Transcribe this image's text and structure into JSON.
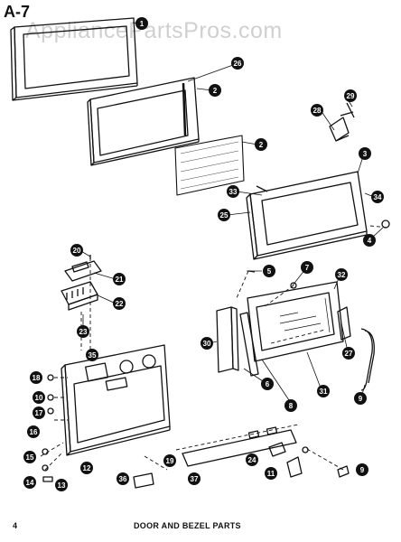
{
  "page_label": "A-7",
  "watermark": "AppliancePartsPros.com",
  "page_number": "4",
  "title": "DOOR AND BEZEL PARTS",
  "callouts": [
    {
      "id": "c1",
      "text": "1"
    },
    {
      "id": "c26",
      "text": "26"
    },
    {
      "id": "c2a",
      "text": "2"
    },
    {
      "id": "c2b",
      "text": "2"
    },
    {
      "id": "c28",
      "text": "28"
    },
    {
      "id": "c29",
      "text": "29"
    },
    {
      "id": "c3",
      "text": "3"
    },
    {
      "id": "c33",
      "text": "33"
    },
    {
      "id": "c34",
      "text": "34"
    },
    {
      "id": "c25",
      "text": "25"
    },
    {
      "id": "c4",
      "text": "4"
    },
    {
      "id": "c20",
      "text": "20"
    },
    {
      "id": "c21",
      "text": "21"
    },
    {
      "id": "c22",
      "text": "22"
    },
    {
      "id": "c23",
      "text": "23"
    },
    {
      "id": "c5",
      "text": "5"
    },
    {
      "id": "c7",
      "text": "7"
    },
    {
      "id": "c32",
      "text": "32"
    },
    {
      "id": "c35",
      "text": "35"
    },
    {
      "id": "c27",
      "text": "27"
    },
    {
      "id": "c30",
      "text": "30"
    },
    {
      "id": "c6",
      "text": "6"
    },
    {
      "id": "c8",
      "text": "8"
    },
    {
      "id": "c31",
      "text": "31"
    },
    {
      "id": "c9",
      "text": "9"
    },
    {
      "id": "c18",
      "text": "18"
    },
    {
      "id": "c10",
      "text": "10"
    },
    {
      "id": "c17",
      "text": "17"
    },
    {
      "id": "c16",
      "text": "16"
    },
    {
      "id": "c15",
      "text": "15"
    },
    {
      "id": "c14",
      "text": "14"
    },
    {
      "id": "c13",
      "text": "13"
    },
    {
      "id": "c12",
      "text": "12"
    },
    {
      "id": "c36",
      "text": "36"
    },
    {
      "id": "c37",
      "text": "37"
    },
    {
      "id": "c19",
      "text": "19"
    },
    {
      "id": "c24",
      "text": "24"
    },
    {
      "id": "c11",
      "text": "11"
    },
    {
      "id": "c9b",
      "text": "9"
    }
  ]
}
